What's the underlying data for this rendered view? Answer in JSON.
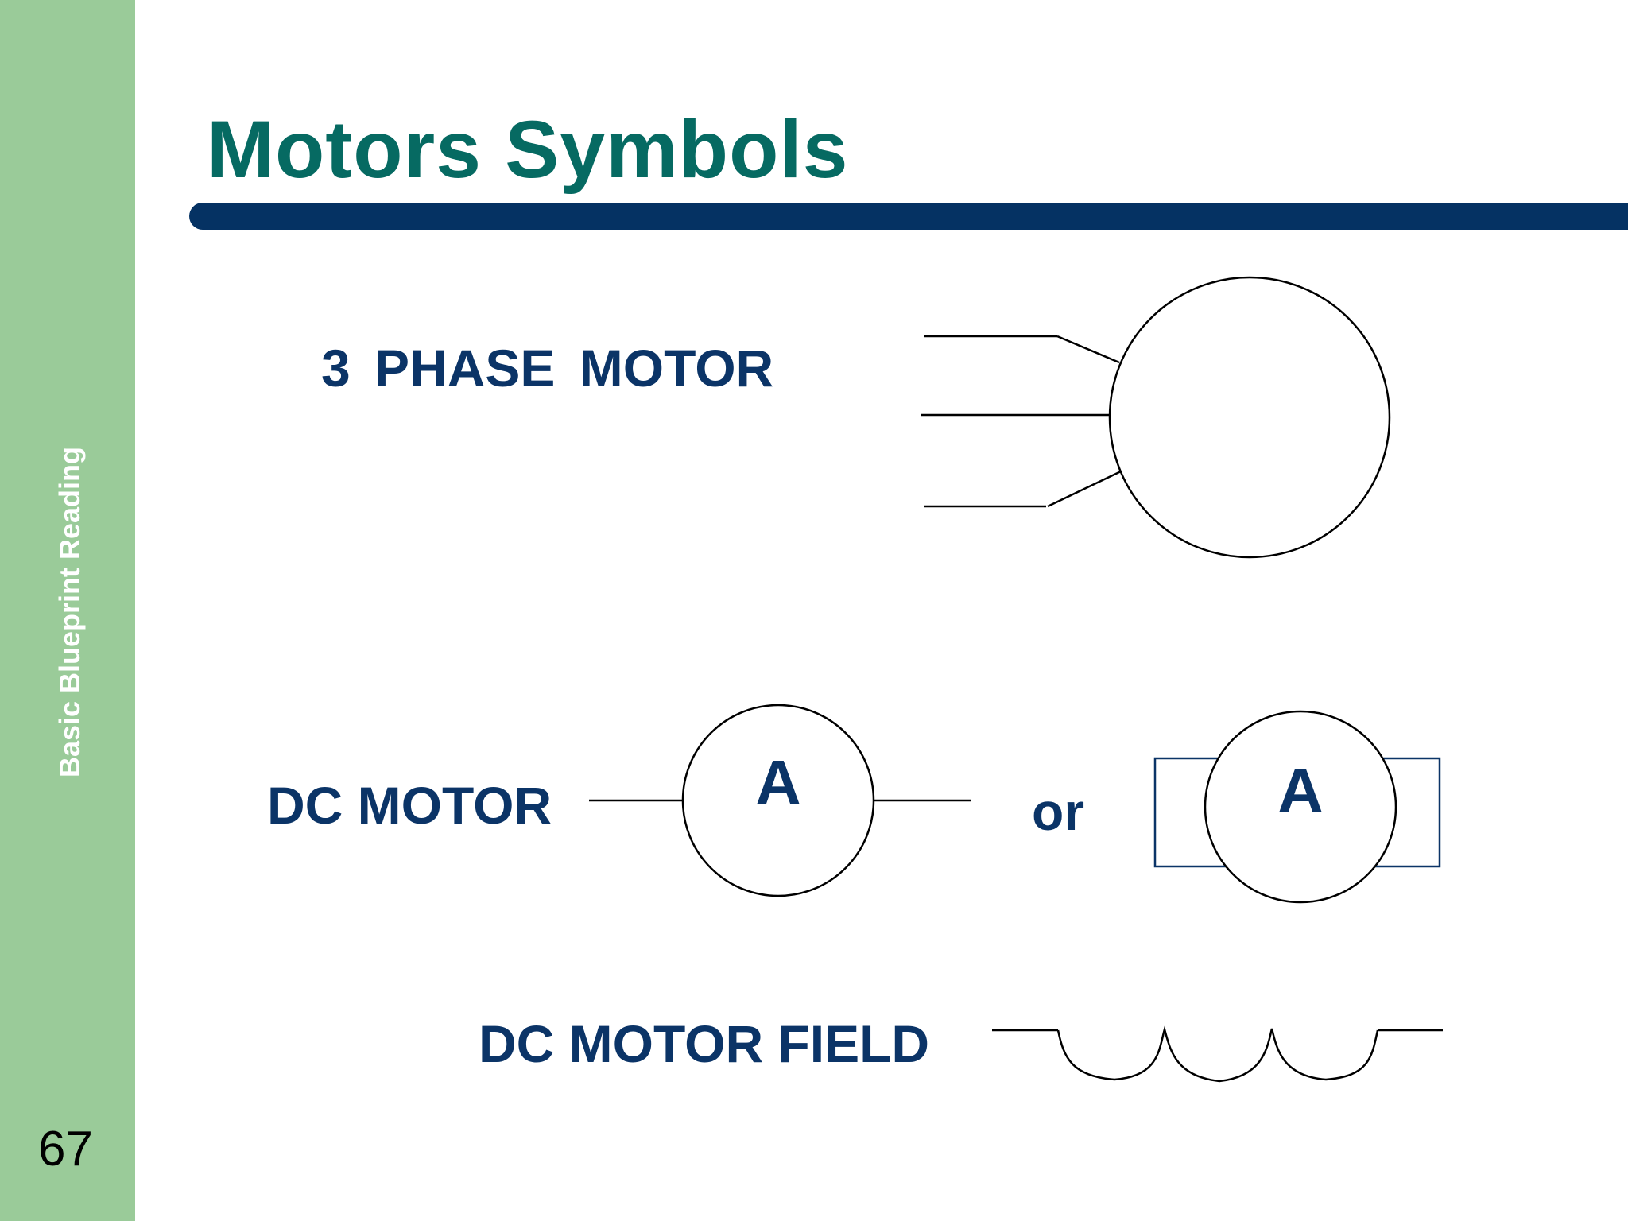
{
  "sidebar": {
    "vertical_text": "Basic Blueprint Reading",
    "page_number": "67",
    "color": "#9acb99"
  },
  "slide": {
    "title": "Motors Symbols",
    "title_color": "#066a62",
    "accent_bar_color": "#053263",
    "label_color": "#0b3467"
  },
  "symbols": {
    "three_phase_label": "3 PHASE MOTOR",
    "dc_motor_label": "DC MOTOR",
    "or_label": "or",
    "dc_motor_letter": "A",
    "dc_motor_alt_letter": "A",
    "dc_field_label": "DC MOTOR FIELD"
  }
}
